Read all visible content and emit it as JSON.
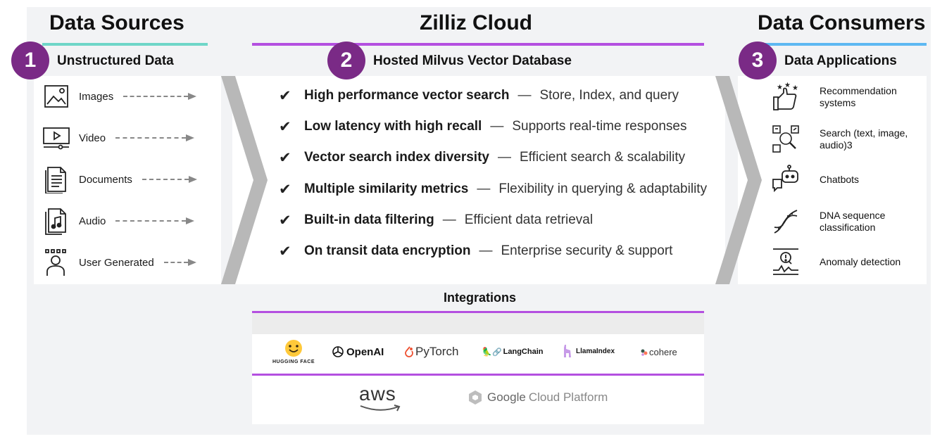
{
  "headers": {
    "sources": "Data Sources",
    "cloud": "Zilliz Cloud",
    "consumers": "Data Consumers"
  },
  "sections": {
    "s1": {
      "num": "1",
      "label": "Unstructured Data"
    },
    "s2": {
      "num": "2",
      "label": "Hosted Milvus Vector Database"
    },
    "s3": {
      "num": "3",
      "label": "Data Applications"
    }
  },
  "sources": [
    {
      "label": "Images",
      "icon": "image-icon"
    },
    {
      "label": "Video",
      "icon": "video-icon"
    },
    {
      "label": "Documents",
      "icon": "document-icon"
    },
    {
      "label": "Audio",
      "icon": "audio-file-icon"
    },
    {
      "label": "User Generated",
      "icon": "user-icon"
    }
  ],
  "check_glyph": "✔",
  "dash_glyph": "—",
  "features": [
    {
      "title": "High performance vector search",
      "desc": "Store, Index, and query"
    },
    {
      "title": "Low latency with high recall",
      "desc": "Supports real-time responses"
    },
    {
      "title": "Vector search index diversity",
      "desc": "Efficient search & scalability"
    },
    {
      "title": "Multiple similarity metrics",
      "desc": "Flexibility in querying & adaptability"
    },
    {
      "title": "Built-in data filtering",
      "desc": "Efficient data retrieval"
    },
    {
      "title": "On transit data encryption",
      "desc": "Enterprise security & support"
    }
  ],
  "applications": [
    {
      "label": "Recommendation systems",
      "icon": "thumbs-up-stars-icon"
    },
    {
      "label": "Search (text, image, audio)3",
      "icon": "search-media-icon"
    },
    {
      "label": "Chatbots",
      "icon": "chatbot-icon"
    },
    {
      "label": "DNA sequence classification",
      "icon": "dna-icon"
    },
    {
      "label": "Anomaly detection",
      "icon": "anomaly-icon"
    }
  ],
  "integrations": {
    "title": "Integrations",
    "huggingface": "HUGGING FACE",
    "openai": "OpenAI",
    "pytorch": "PyTorch",
    "langchain": "LangChain",
    "llamaindex": "LlamaIndex",
    "cohere": "cohere",
    "aws": "aws",
    "google": "Google",
    "gcp": "Cloud Platform"
  },
  "colors": {
    "badge": "#7a2a86",
    "teal": "#6fd6c8",
    "purple": "#b44fe0",
    "blue": "#5eb8f2",
    "chevron": "#b8b8b8"
  }
}
